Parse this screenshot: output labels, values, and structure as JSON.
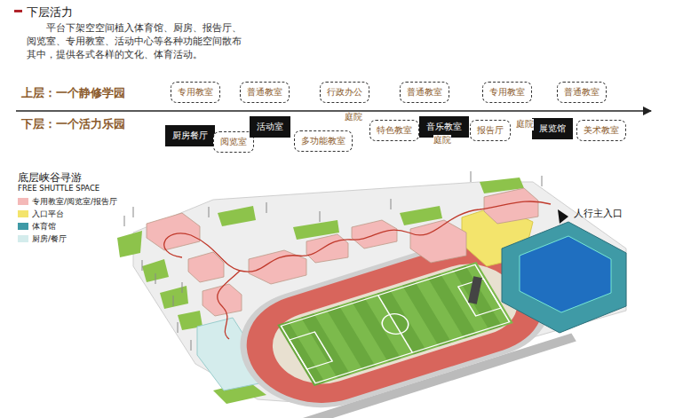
{
  "diagram": {
    "title": "下层活力",
    "nodes": [
      {
        "text": [
          "专用教室"
        ]
      },
      {
        "text": [
          "普通教室"
        ]
      },
      {
        "text": [
          "行政办公"
        ]
      },
      {
        "text": [
          "普通教室"
        ]
      },
      {
        "text": [
          "专用教室"
        ]
      },
      {
        "text": [
          "普通教室"
        ]
      },
      {
        "text": [
          "厨房餐厅"
        ]
      },
      {
        "text": [
          "阅览室"
        ]
      },
      {
        "text": [
          "活动室"
        ]
      },
      {
        "text": [
          "多功能教室"
        ]
      },
      {
        "text": [
          "特色教室"
        ]
      },
      {
        "text": [
          "音乐教室"
        ]
      },
      {
        "text": [
          "报告厅"
        ]
      },
      {
        "text": [
          "展览馆"
        ]
      },
      {
        "text": [
          "美术教室"
        ]
      }
    ],
    "labels": [
      "平台下架空空间植入体育馆、厨房、报告厅、阅览室、专用教室、活动中心等各种功能空间散布其中，提供各式各样的文化、体育活动。",
      "上层：一个静修学园",
      "下层：一个活力乐园",
      "庭院",
      "庭院",
      "庭院",
      "底层峡谷寻游",
      "FREE SHUTTLE SPACE",
      "人行主入口"
    ],
    "legend": [
      {
        "text": "专用教室/阅览室/报告厅",
        "color": "#f4b9b8"
      },
      {
        "text": "入口平台",
        "color": "#f3e46c"
      },
      {
        "text": "体育馆",
        "color": "#3f9aa6"
      },
      {
        "text": "厨房/餐厅",
        "color": "#d4ecec"
      }
    ]
  }
}
